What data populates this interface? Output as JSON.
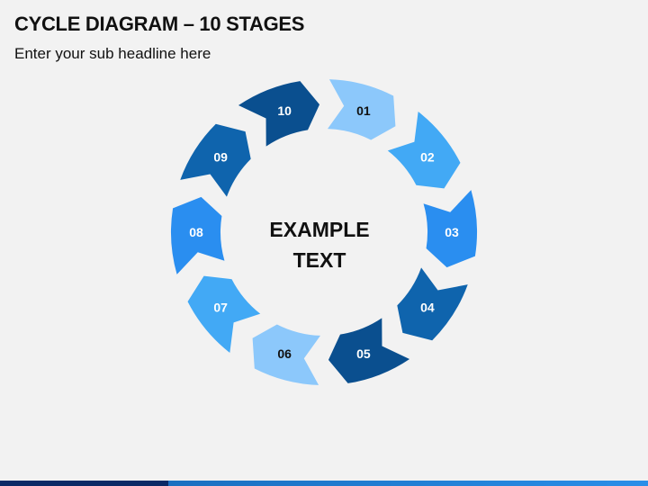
{
  "header": {
    "title": "CYCLE DIAGRAM – 10 STAGES",
    "subtitle": "Enter your sub headline here"
  },
  "center": {
    "line1": "EXAMPLE",
    "line2": "TEXT"
  },
  "stages": [
    {
      "label": "01",
      "color": "#8cc8fb",
      "text_color": "#111111"
    },
    {
      "label": "02",
      "color": "#42a9f5",
      "text_color": "#ffffff"
    },
    {
      "label": "03",
      "color": "#2a8ef0",
      "text_color": "#ffffff"
    },
    {
      "label": "04",
      "color": "#0f64ad",
      "text_color": "#ffffff"
    },
    {
      "label": "05",
      "color": "#0a4f8f",
      "text_color": "#ffffff"
    },
    {
      "label": "06",
      "color": "#8cc8fb",
      "text_color": "#111111"
    },
    {
      "label": "07",
      "color": "#42a9f5",
      "text_color": "#ffffff"
    },
    {
      "label": "08",
      "color": "#2a8ef0",
      "text_color": "#ffffff"
    },
    {
      "label": "09",
      "color": "#0f64ad",
      "text_color": "#ffffff"
    },
    {
      "label": "10",
      "color": "#0a4f8f",
      "text_color": "#ffffff"
    }
  ]
}
